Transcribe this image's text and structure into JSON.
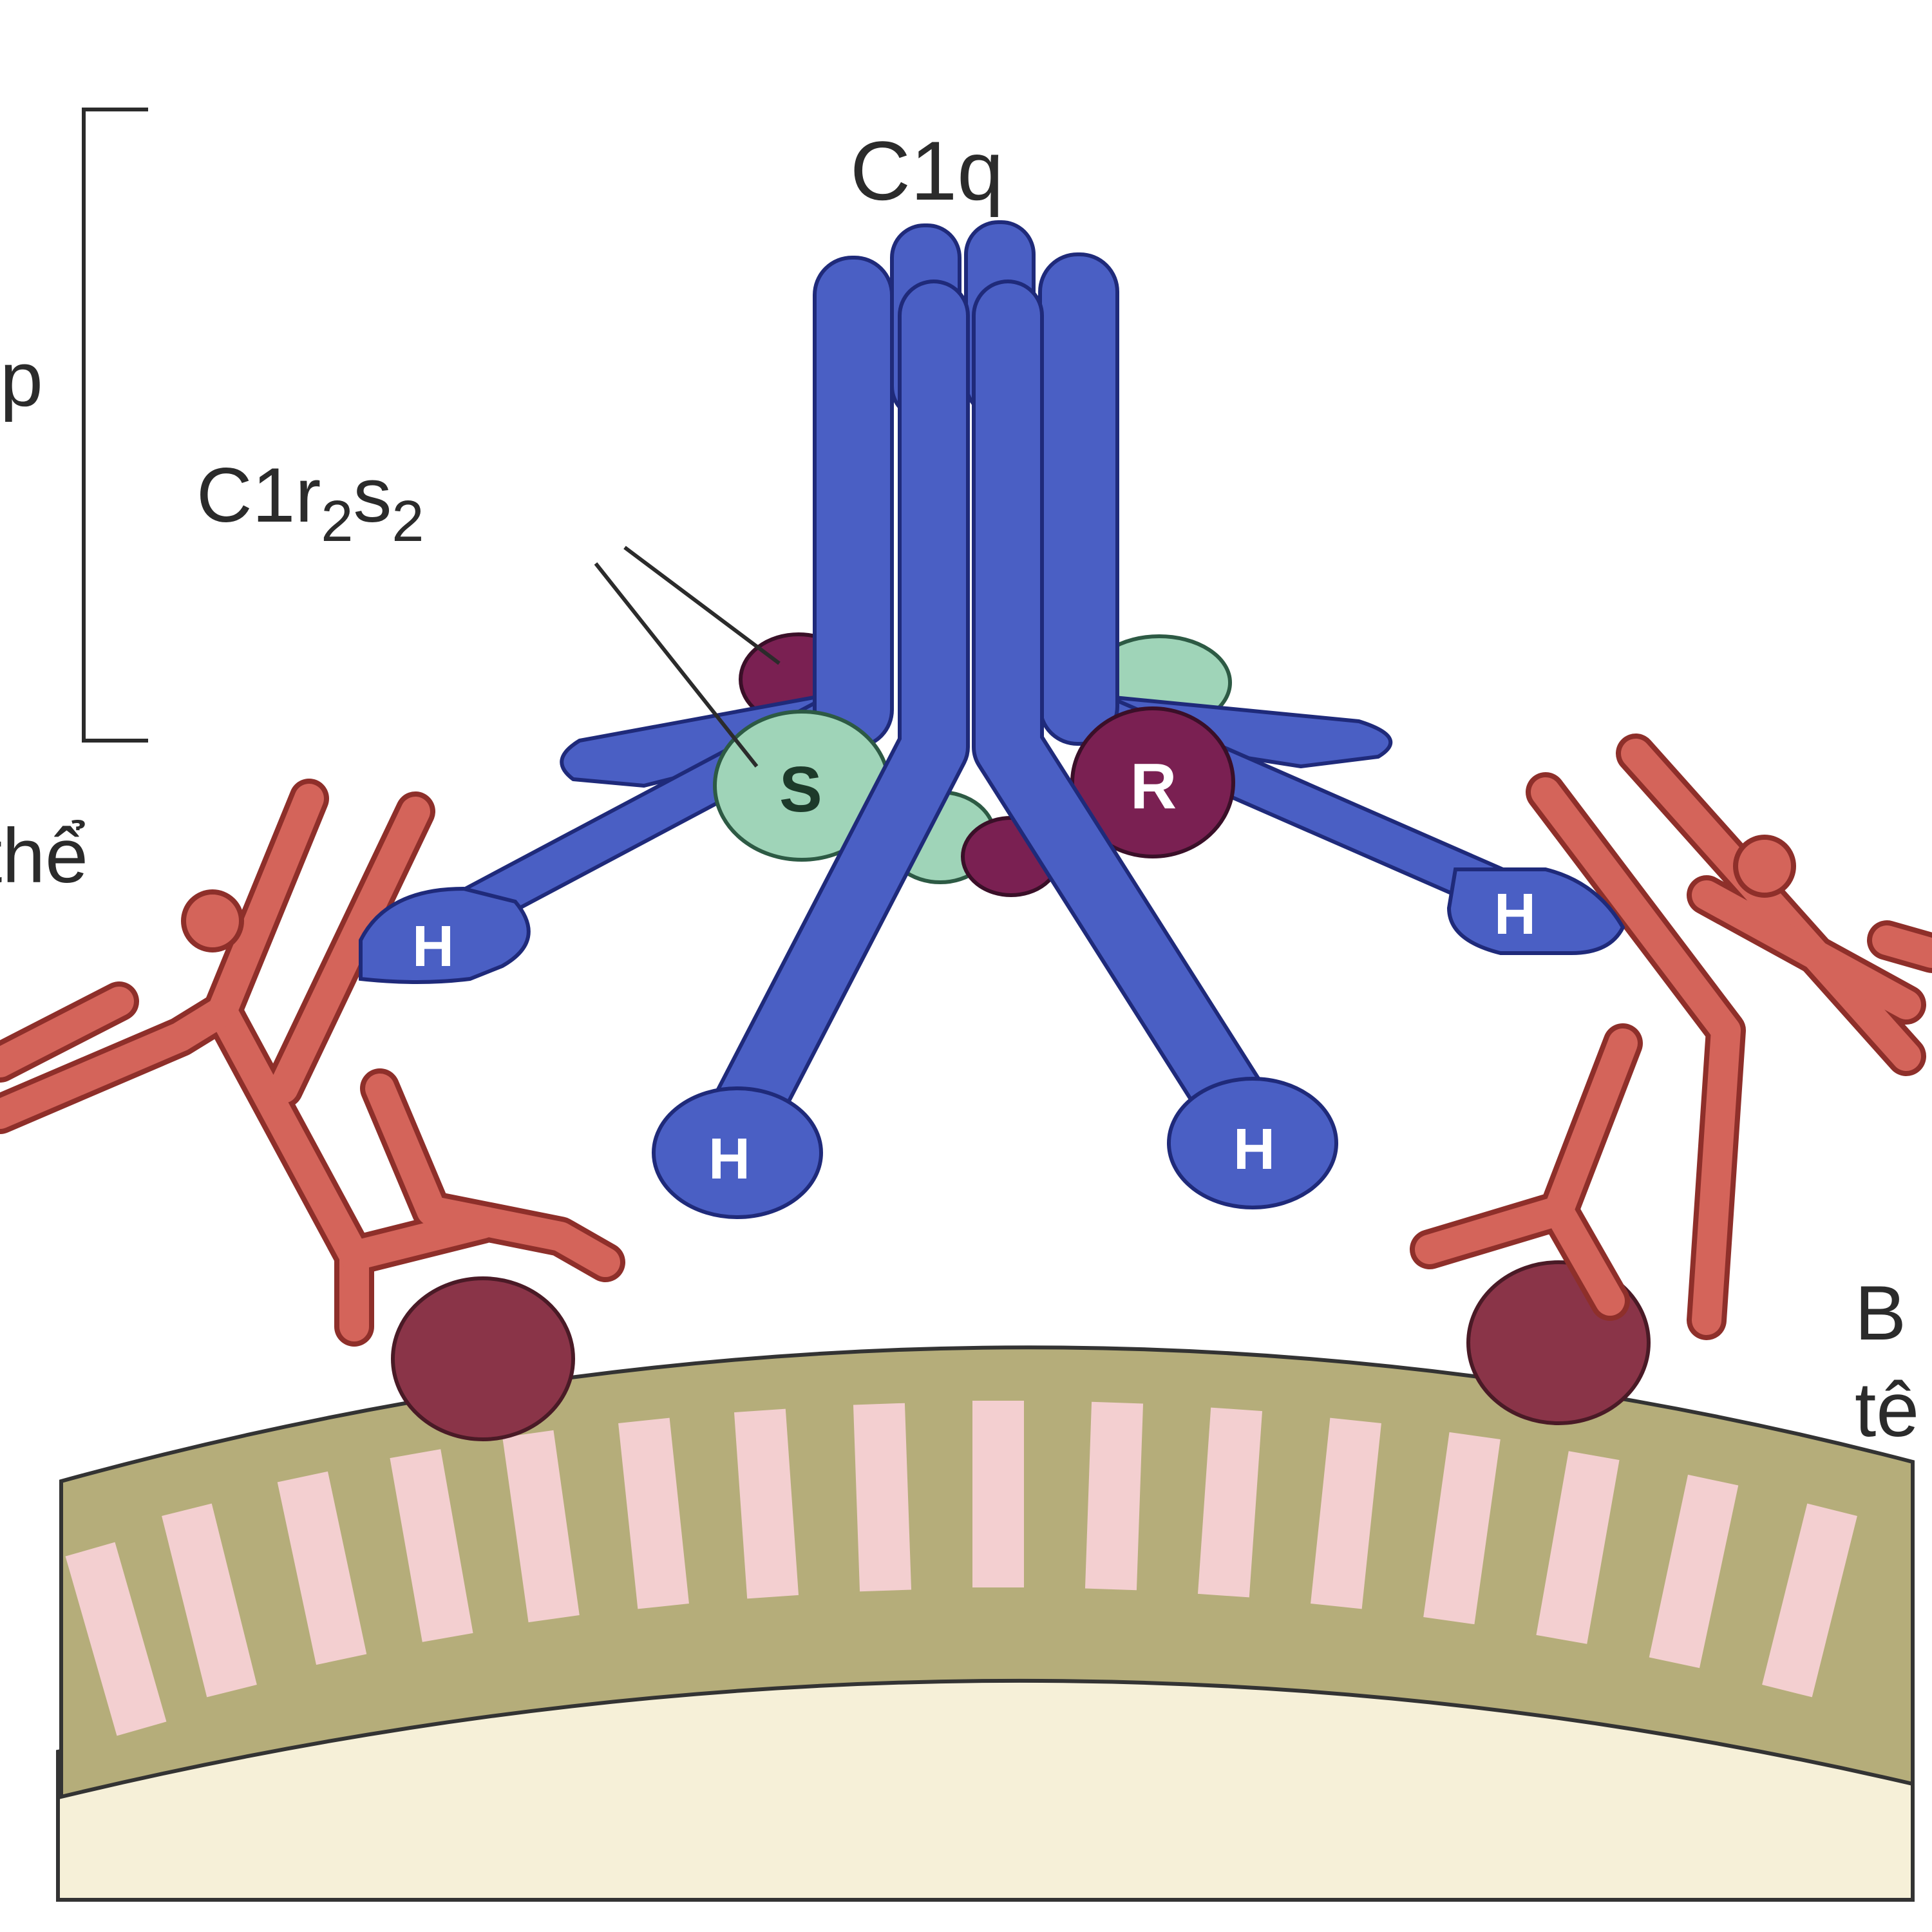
{
  "labels": {
    "c1q": "C1q",
    "c1r2s2_main": "C1r",
    "c1r2s2_sub1": "2",
    "c1r2s2_mid": "s",
    "c1r2s2_sub2": "2",
    "left_top_partial": "p",
    "left_mid_partial": "thể",
    "right_bottom_partial_1": "B",
    "right_bottom_partial_2": "tê",
    "head": "H",
    "c1s": "S",
    "c1r": "R"
  },
  "colors": {
    "c1q_blue": "#4a5fc4",
    "c1q_outline": "#1f2a7a",
    "antibody_red": "#d4645a",
    "antibody_outline": "#8e2f2a",
    "c1s_green": "#9fd4b8",
    "c1r_purple": "#7a2052",
    "antigen_maroon": "#8a3448",
    "membrane_olive": "#b5ad7a",
    "membrane_stripe": "#f3cfd0",
    "cell_interior": "#f6f0d8"
  }
}
